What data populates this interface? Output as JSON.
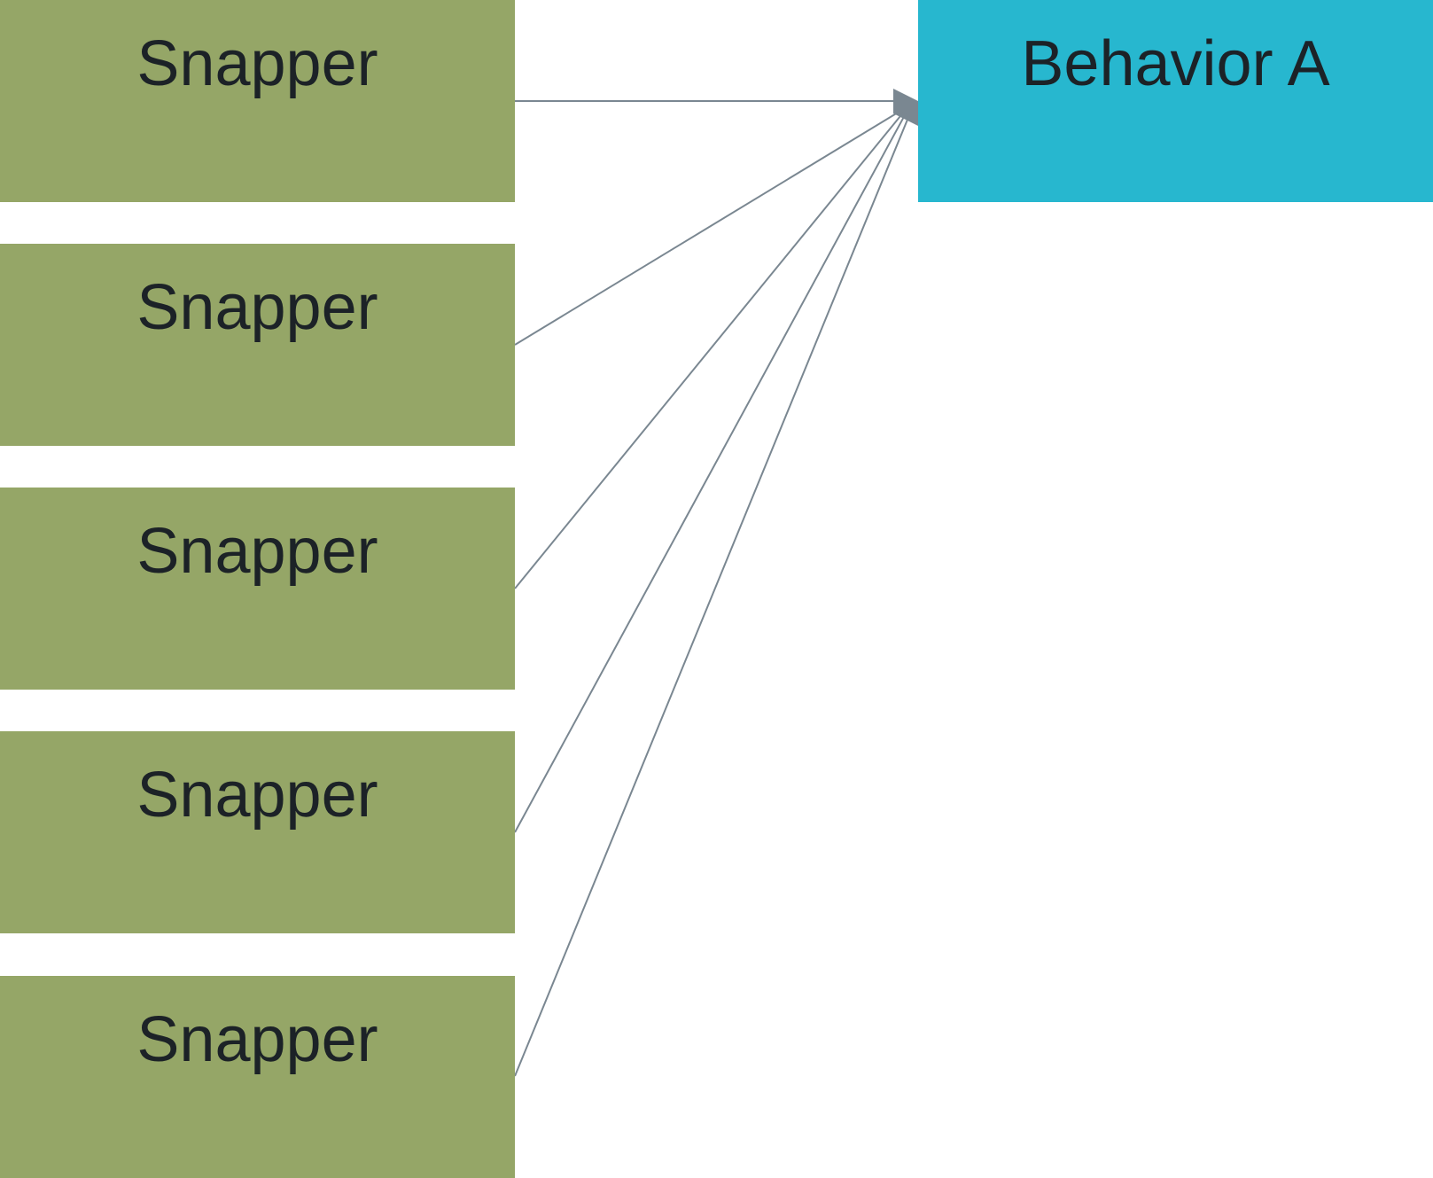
{
  "colors": {
    "source_fill": "#95a667",
    "target_fill": "#27b7cf",
    "connector": "#7a8791",
    "text": "#1c2227"
  },
  "diagram": {
    "sources": [
      {
        "label": "Snapper"
      },
      {
        "label": "Snapper"
      },
      {
        "label": "Snapper"
      },
      {
        "label": "Snapper"
      },
      {
        "label": "Snapper"
      }
    ],
    "target": {
      "label": "Behavior A"
    },
    "edges": [
      {
        "from": 0,
        "to": "target"
      },
      {
        "from": 1,
        "to": "target"
      },
      {
        "from": 2,
        "to": "target"
      },
      {
        "from": 3,
        "to": "target"
      },
      {
        "from": 4,
        "to": "target"
      }
    ]
  }
}
